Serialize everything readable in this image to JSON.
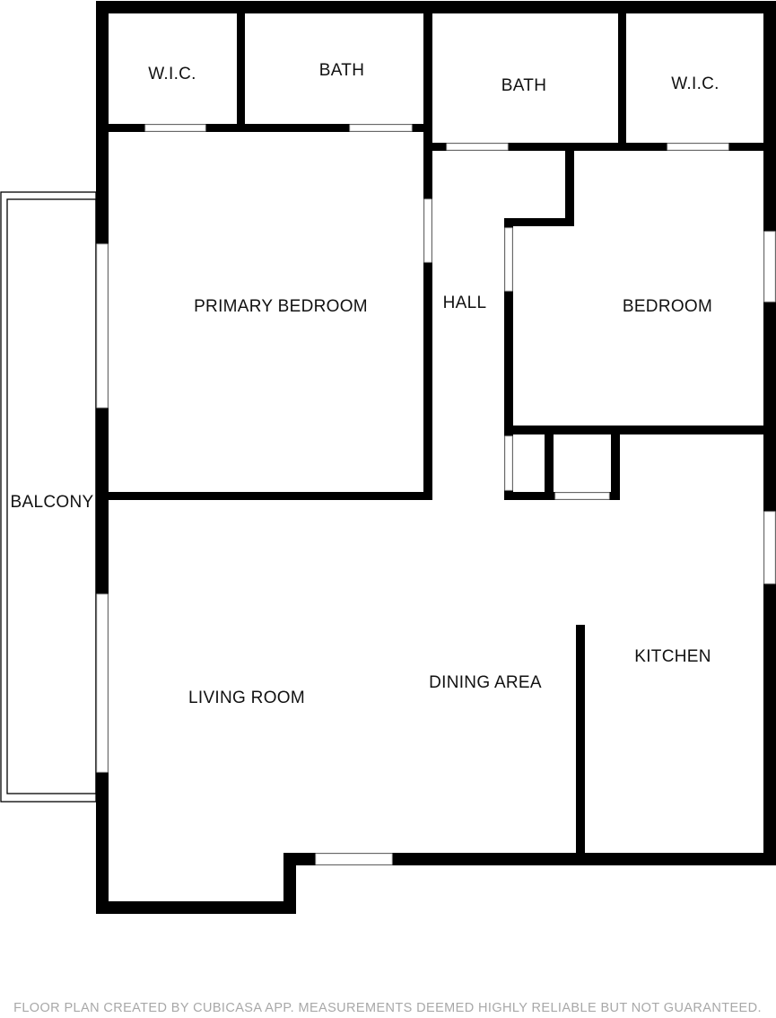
{
  "rooms": {
    "wic_left": "W.I.C.",
    "bath_left": "BATH",
    "bath_right": "BATH",
    "wic_right": "W.I.C.",
    "primary_bedroom": "PRIMARY BEDROOM",
    "hall": "HALL",
    "bedroom": "BEDROOM",
    "balcony": "BALCONY",
    "living_room": "LIVING ROOM",
    "dining_area": "DINING AREA",
    "kitchen": "KITCHEN"
  },
  "footer": "FLOOR PLAN CREATED BY CUBICASA APP. MEASUREMENTS DEEMED HIGHLY RELIABLE BUT NOT GUARANTEED.",
  "colors": {
    "wall": "#000000",
    "background": "#ffffff",
    "footer_text": "#a8a8a8"
  }
}
